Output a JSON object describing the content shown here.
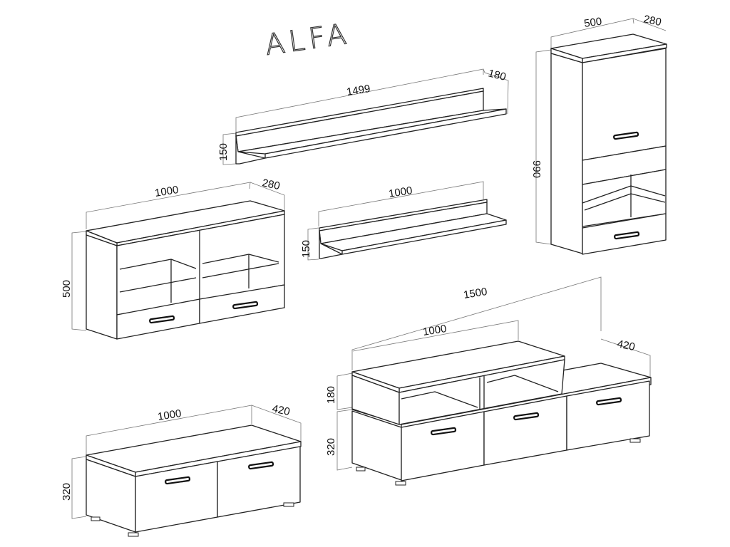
{
  "title": "ALFA",
  "items": [
    {
      "id": "wall-shelf-large",
      "type": "wall shelf",
      "dimensions": {
        "width": "1499",
        "depth": "180",
        "height": "150"
      }
    },
    {
      "id": "tall-wall-cabinet",
      "type": "tall wall cabinet",
      "dimensions": {
        "width": "500",
        "depth": "280",
        "height": "990"
      }
    },
    {
      "id": "wall-cabinet-wide",
      "type": "wall cabinet with glass doors and drawers",
      "dimensions": {
        "width": "1000",
        "depth": "280",
        "height": "500"
      }
    },
    {
      "id": "wall-shelf-small",
      "type": "wall shelf",
      "dimensions": {
        "width": "1000",
        "height": "150"
      }
    },
    {
      "id": "tv-stand",
      "type": "tv stand with top shelf unit",
      "dimensions": {
        "width": "1500",
        "top_width": "1000",
        "depth": "420",
        "top_height": "180",
        "height": "320"
      }
    },
    {
      "id": "low-cabinet",
      "type": "low cabinet with two drawers",
      "dimensions": {
        "width": "1000",
        "depth": "420",
        "height": "320"
      }
    }
  ]
}
